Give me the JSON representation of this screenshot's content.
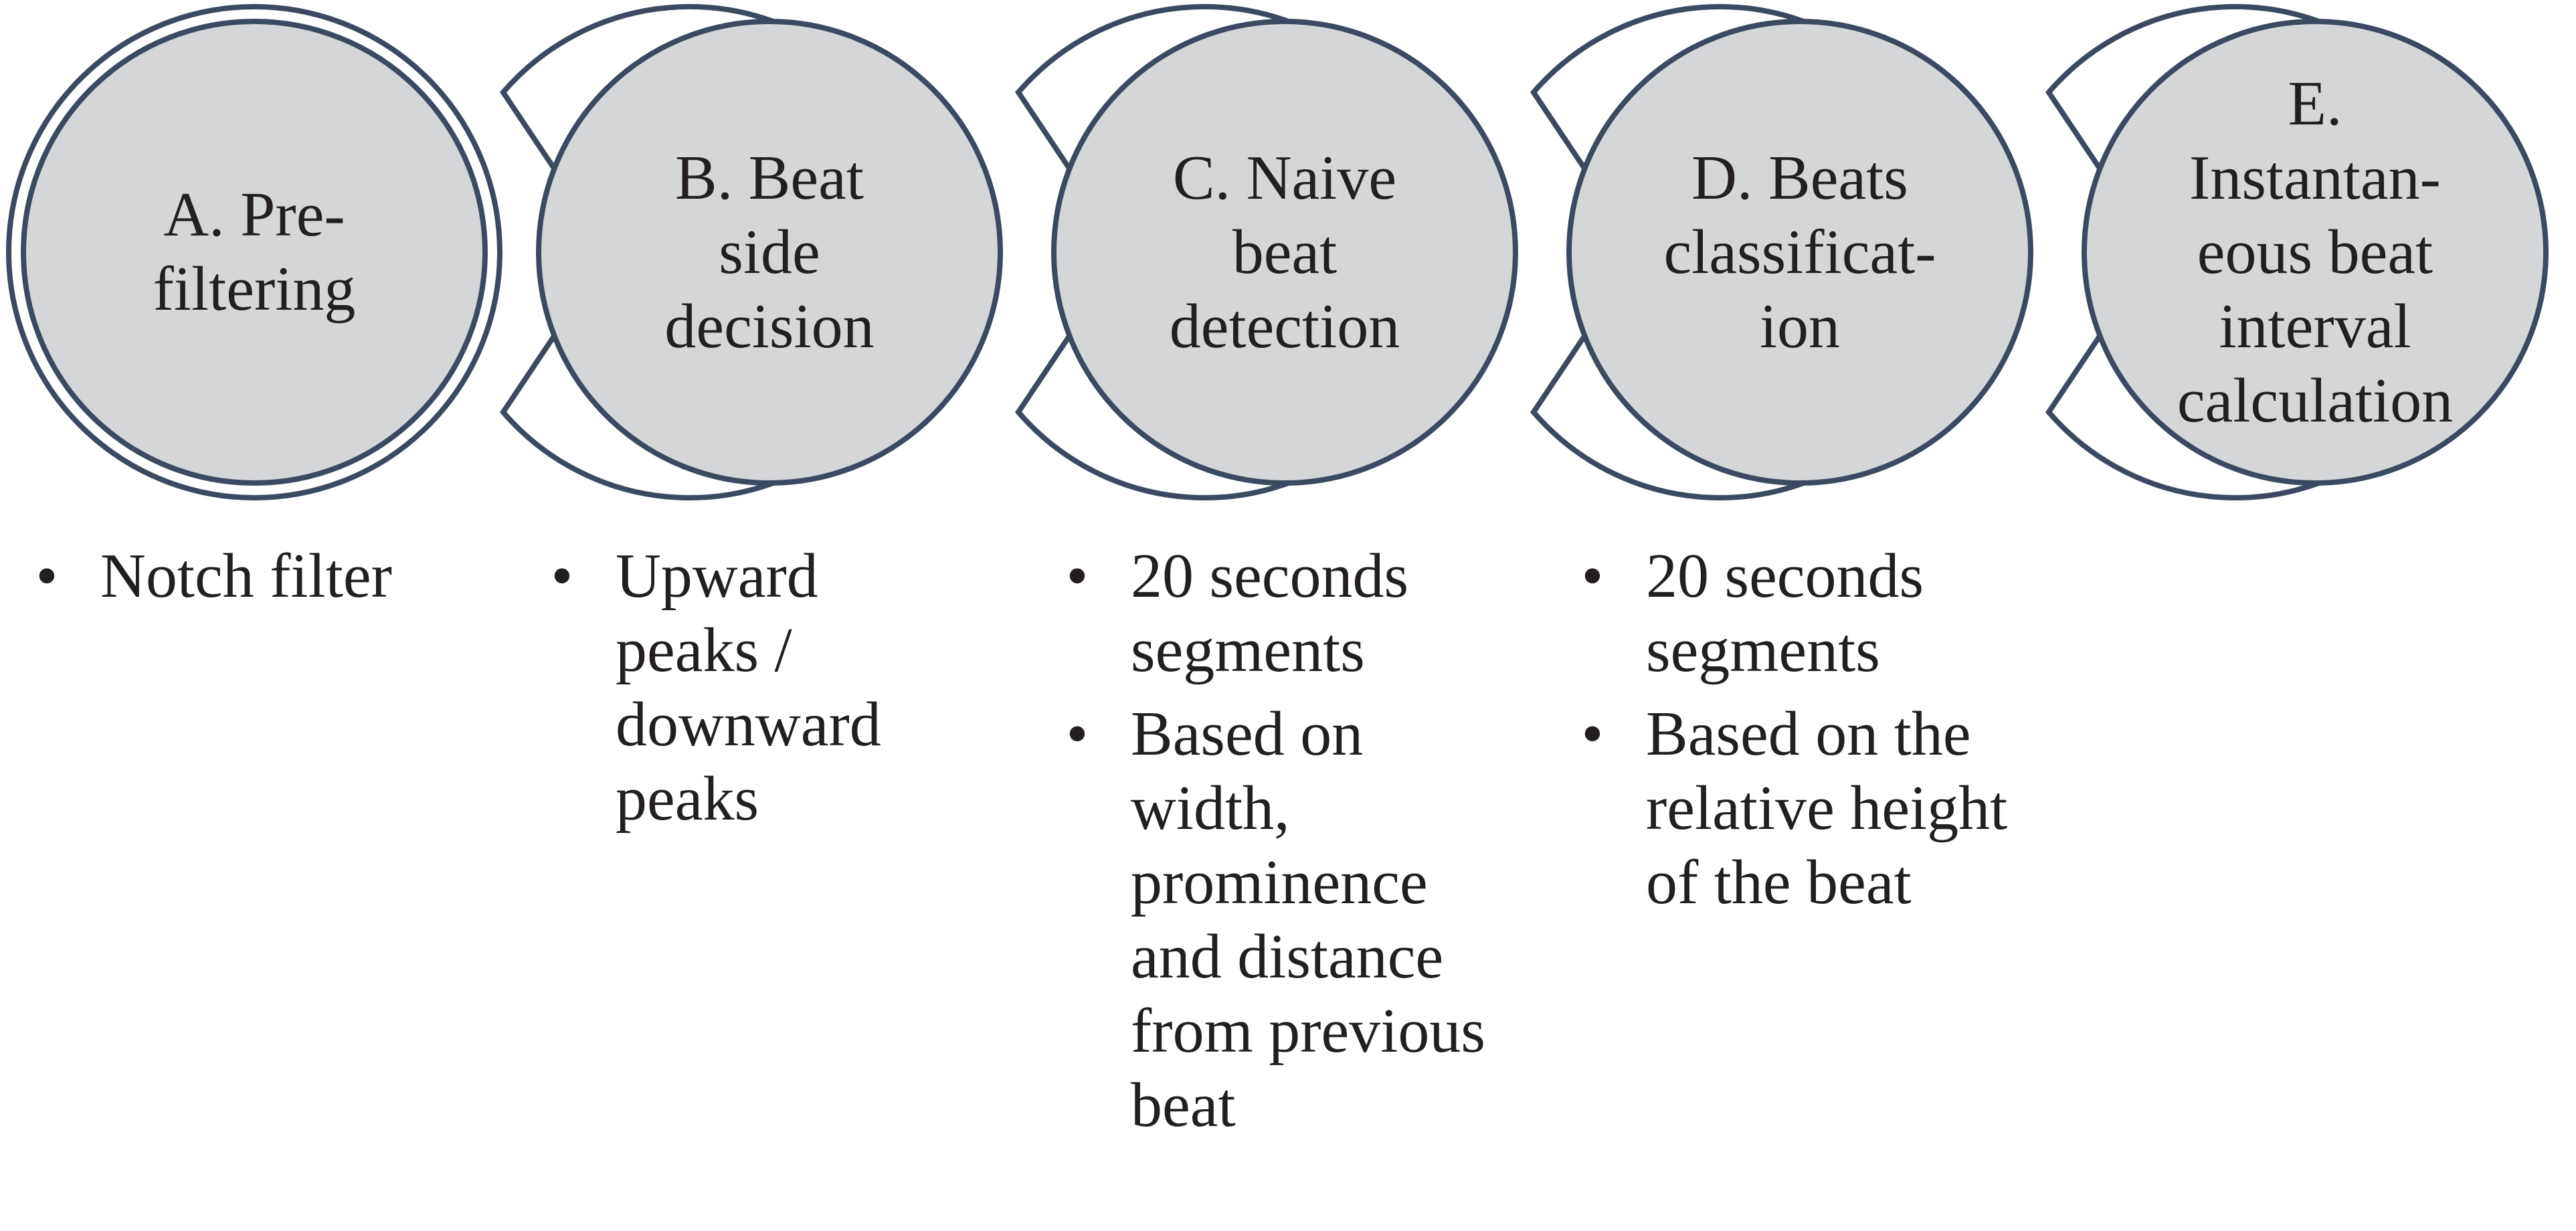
{
  "colors": {
    "circle_fill": "#d5d6d8",
    "outline": "#3b4a60",
    "text": "#231f20",
    "background": "#ffffff"
  },
  "steps": [
    {
      "title_lines": [
        "A. Pre-",
        "filtering"
      ],
      "details": [
        "Notch filter"
      ]
    },
    {
      "title_lines": [
        "B. Beat",
        "side",
        "decision"
      ],
      "details": [
        "Upward peaks / downward peaks"
      ]
    },
    {
      "title_lines": [
        "C. Naive",
        "beat",
        "detection"
      ],
      "details": [
        "20 seconds segments",
        "Based on width, prominence and distance from previous beat"
      ]
    },
    {
      "title_lines": [
        "D. Beats",
        "classificat-",
        "ion"
      ],
      "details": [
        "20 seconds segments",
        "Based on the relative height of the beat"
      ]
    },
    {
      "title_lines": [
        "E.",
        "Instantan-",
        "eous beat",
        "interval",
        "calculation"
      ],
      "details": []
    }
  ]
}
